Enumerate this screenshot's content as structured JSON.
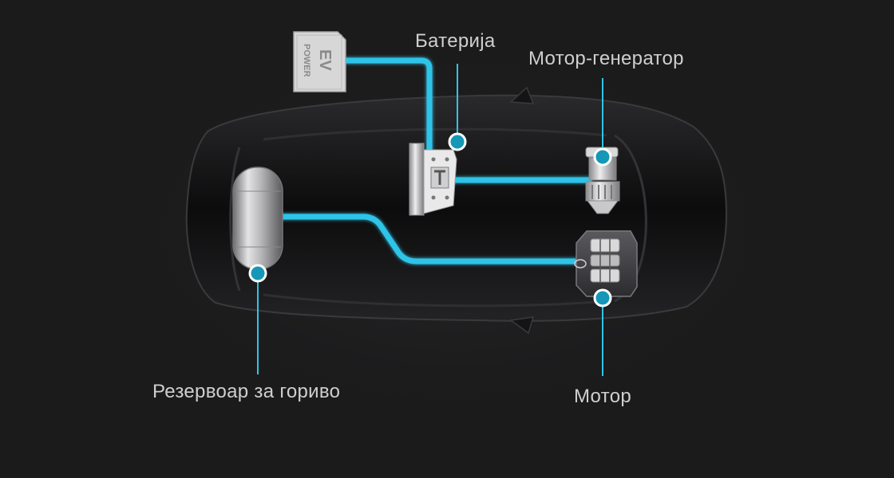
{
  "labels": {
    "battery": "Батерија",
    "motor_generator": "Мотор-генератор",
    "fuel_tank": "Резервоар за гориво",
    "engine": "Мотор"
  },
  "ev_badge": {
    "line1": "EV",
    "line2": "POWER"
  },
  "colors": {
    "background": "#1b1b1c",
    "accent": "#2fc4e8",
    "label_text": "#cfcfcf"
  }
}
